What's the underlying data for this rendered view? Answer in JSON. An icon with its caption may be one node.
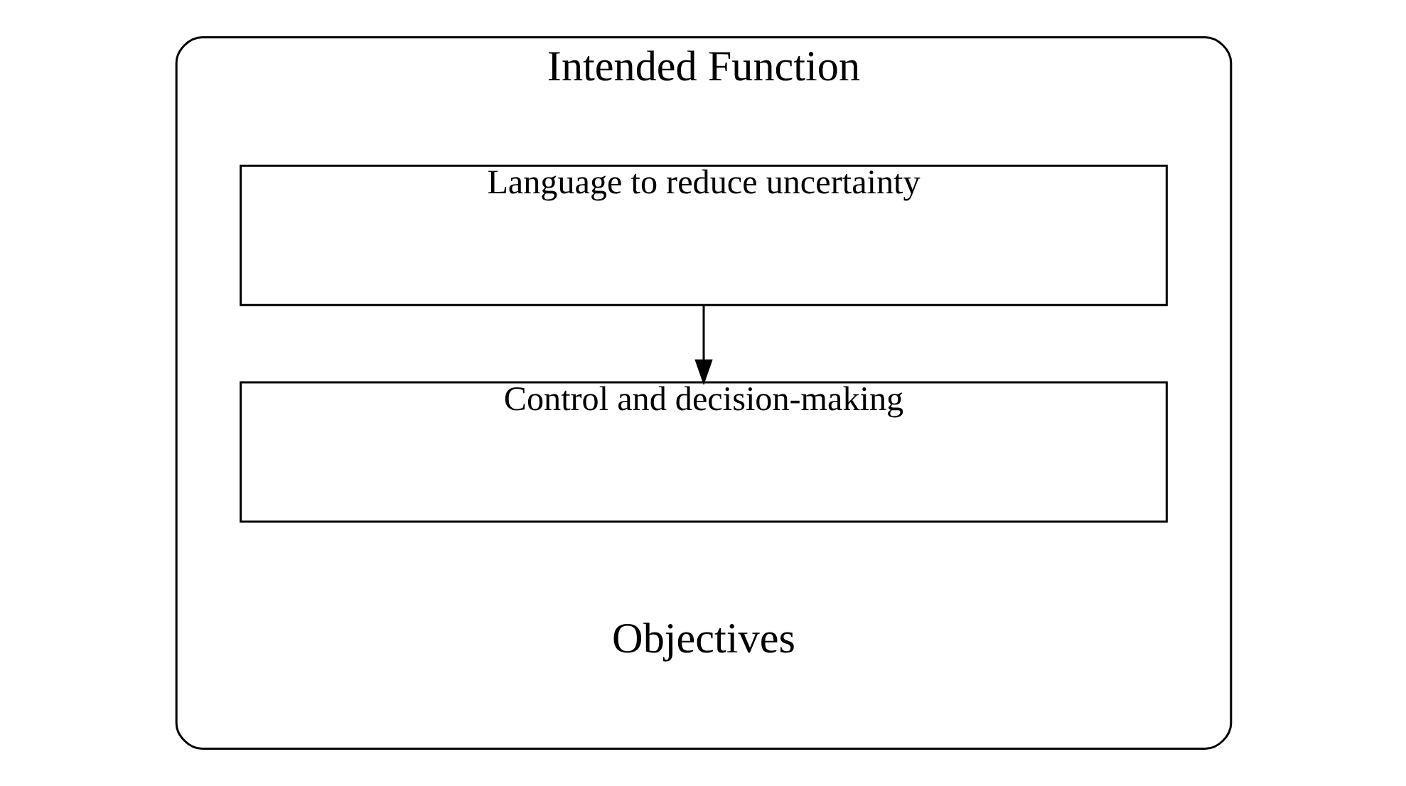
{
  "diagram": {
    "nodes": [
      {
        "text": [
          "Intended Function",
          "Objectives"
        ]
      },
      {
        "text": [
          "Language to reduce uncertainty"
        ],
        "in": 0
      },
      {
        "text": [
          "Control and decision-making"
        ],
        "in": 0
      }
    ],
    "edges": [
      {
        "from": 1,
        "to": 2,
        "arrow": "to"
      }
    ]
  }
}
